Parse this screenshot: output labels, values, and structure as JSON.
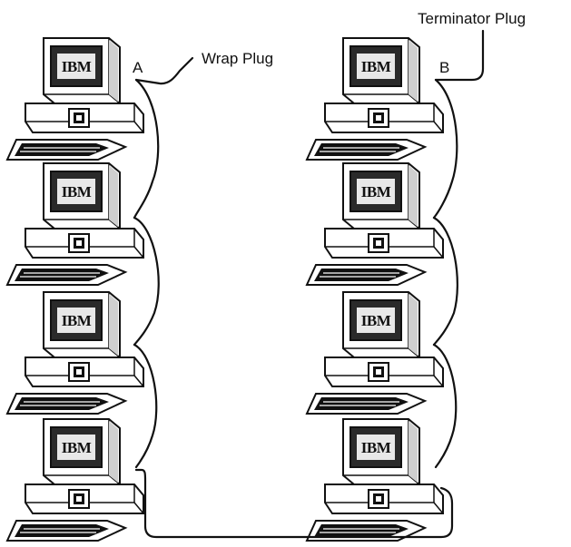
{
  "labels": {
    "wrap_plug": "Wrap Plug",
    "terminator_plug": "Terminator Plug",
    "point_a": "A",
    "point_b": "B"
  },
  "computers": {
    "logo_text": "IBM",
    "left_column_count": 4,
    "right_column_count": 4
  },
  "colors": {
    "ink": "#111111",
    "paper": "#ffffff"
  }
}
